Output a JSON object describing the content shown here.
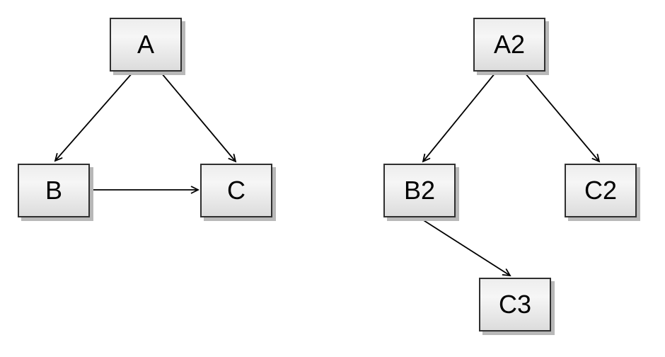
{
  "style": {
    "background": "#ffffff",
    "node_fill_light": "#f6f6f6",
    "node_fill_dark": "#dcdcdc",
    "node_border": "#2f2f2f",
    "node_shadow": "#b8b8b8",
    "edge_color": "#000000",
    "label_color": "#000000"
  },
  "diagrams": [
    {
      "name": "left-graph",
      "nodes": [
        {
          "id": "A",
          "label": "A"
        },
        {
          "id": "B",
          "label": "B"
        },
        {
          "id": "C",
          "label": "C"
        }
      ],
      "edges": [
        {
          "from": "A",
          "to": "B"
        },
        {
          "from": "A",
          "to": "C"
        },
        {
          "from": "B",
          "to": "C"
        }
      ]
    },
    {
      "name": "right-graph",
      "nodes": [
        {
          "id": "A2",
          "label": "A2"
        },
        {
          "id": "B2",
          "label": "B2"
        },
        {
          "id": "C2",
          "label": "C2"
        },
        {
          "id": "C3",
          "label": "C3"
        }
      ],
      "edges": [
        {
          "from": "A2",
          "to": "B2"
        },
        {
          "from": "A2",
          "to": "C2"
        },
        {
          "from": "B2",
          "to": "C3"
        }
      ]
    }
  ]
}
